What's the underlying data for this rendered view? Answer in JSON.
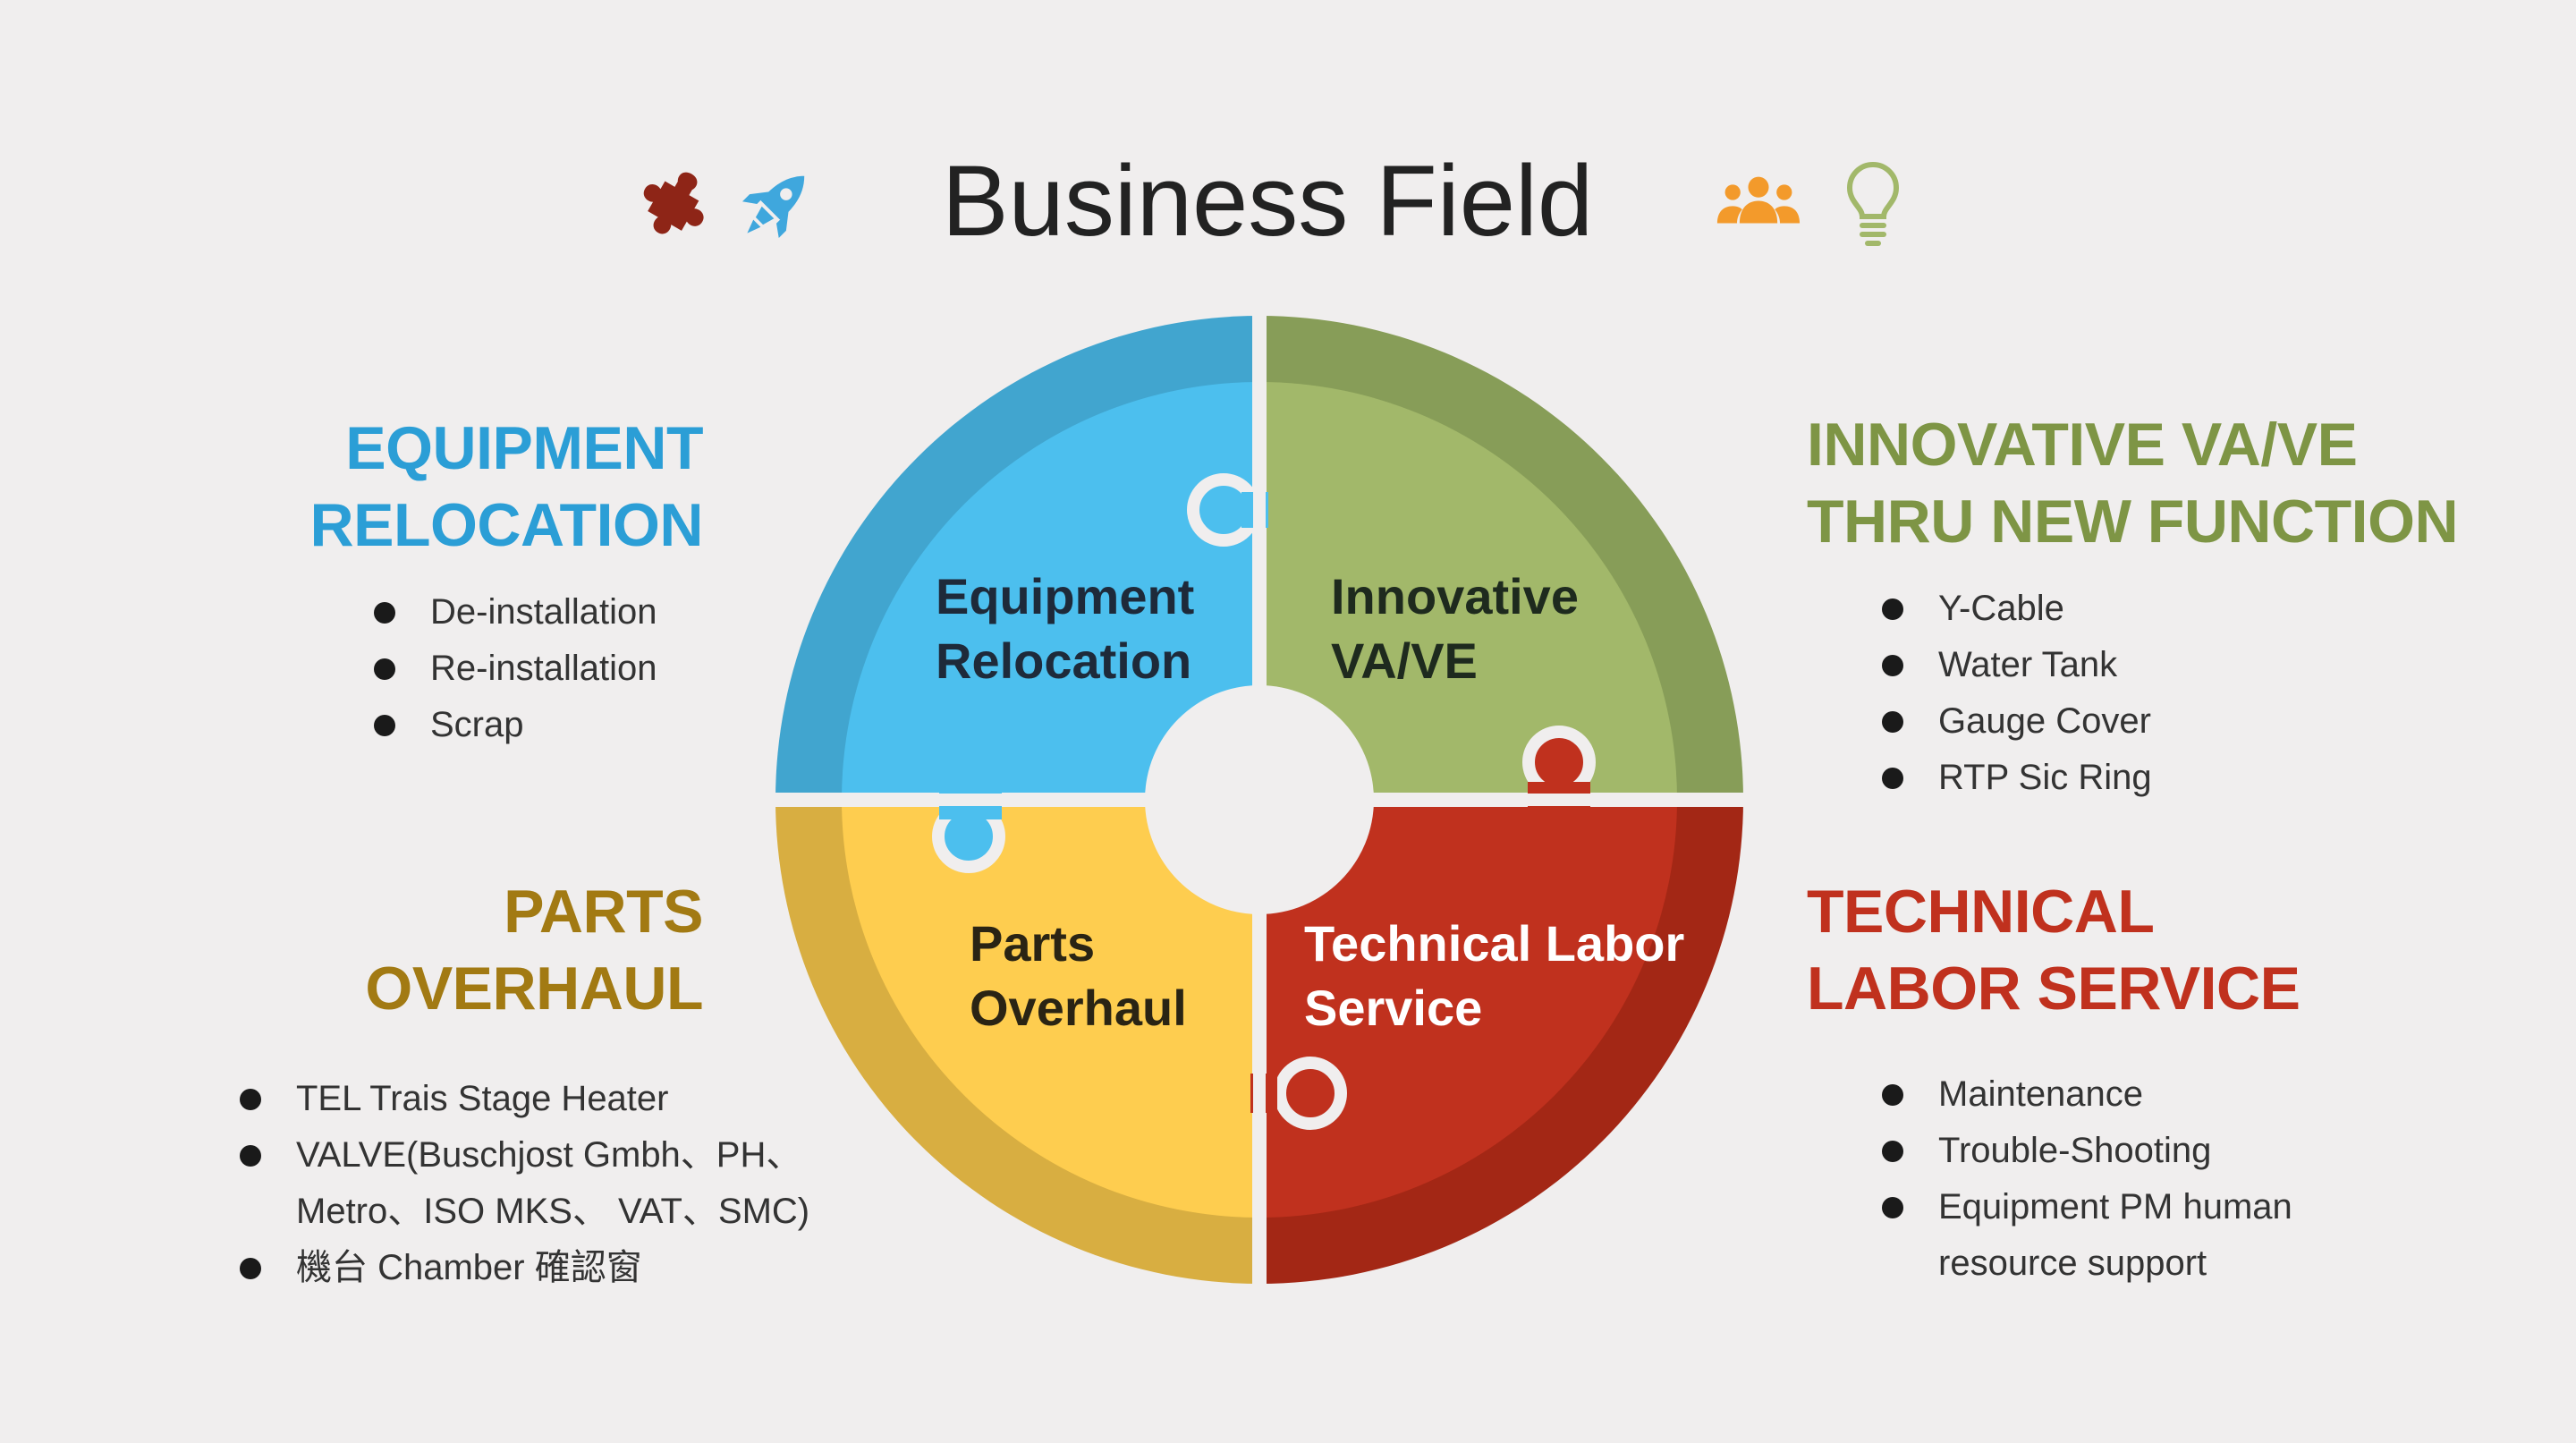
{
  "title": "Business Field",
  "icons": [
    "puzzle-icon",
    "rocket-icon",
    "people-group-icon",
    "lightbulb-icon"
  ],
  "colors": {
    "blue": "#4cbfee",
    "blue_dark": "#41a5cf",
    "green": "#a2b86a",
    "green_dark": "#879d58",
    "yellow": "#fecd4f",
    "yellow_dark": "#d8ae41",
    "red": "#c0311e",
    "red_dark": "#a32715",
    "equipment_heading": "#2b9ed6",
    "innovative_heading": "#7e9545",
    "parts_heading": "#a27a13",
    "technical_heading": "#c0311e"
  },
  "puzzle": {
    "equipment": [
      "Equipment",
      "Relocation"
    ],
    "innovative": [
      "Innovative",
      "VA/VE"
    ],
    "parts": [
      "Parts",
      "Overhaul"
    ],
    "technical": [
      "Technical Labor",
      "Service"
    ]
  },
  "sections": {
    "equipment": {
      "heading": [
        "EQUIPMENT",
        "RELOCATION"
      ],
      "items": [
        [
          "De-installation"
        ],
        [
          "Re-installation"
        ],
        [
          "Scrap"
        ]
      ]
    },
    "innovative": {
      "heading": [
        "INNOVATIVE VA/VE",
        "THRU NEW FUNCTION"
      ],
      "items": [
        [
          "Y-Cable"
        ],
        [
          "Water Tank"
        ],
        [
          "Gauge Cover"
        ],
        [
          "RTP Sic Ring"
        ]
      ]
    },
    "parts": {
      "heading": [
        "PARTS",
        "OVERHAUL"
      ],
      "items": [
        [
          "TEL Trais Stage Heater"
        ],
        [
          "VALVE(Buschjost Gmbh、PH、",
          "Metro、ISO MKS、 VAT、SMC)"
        ],
        [
          "機台 Chamber 確認窗"
        ]
      ]
    },
    "technical": {
      "heading": [
        "TECHNICAL",
        "LABOR SERVICE"
      ],
      "items": [
        [
          "Maintenance"
        ],
        [
          "Trouble-Shooting"
        ],
        [
          "Equipment PM human",
          "resource support"
        ]
      ]
    }
  }
}
